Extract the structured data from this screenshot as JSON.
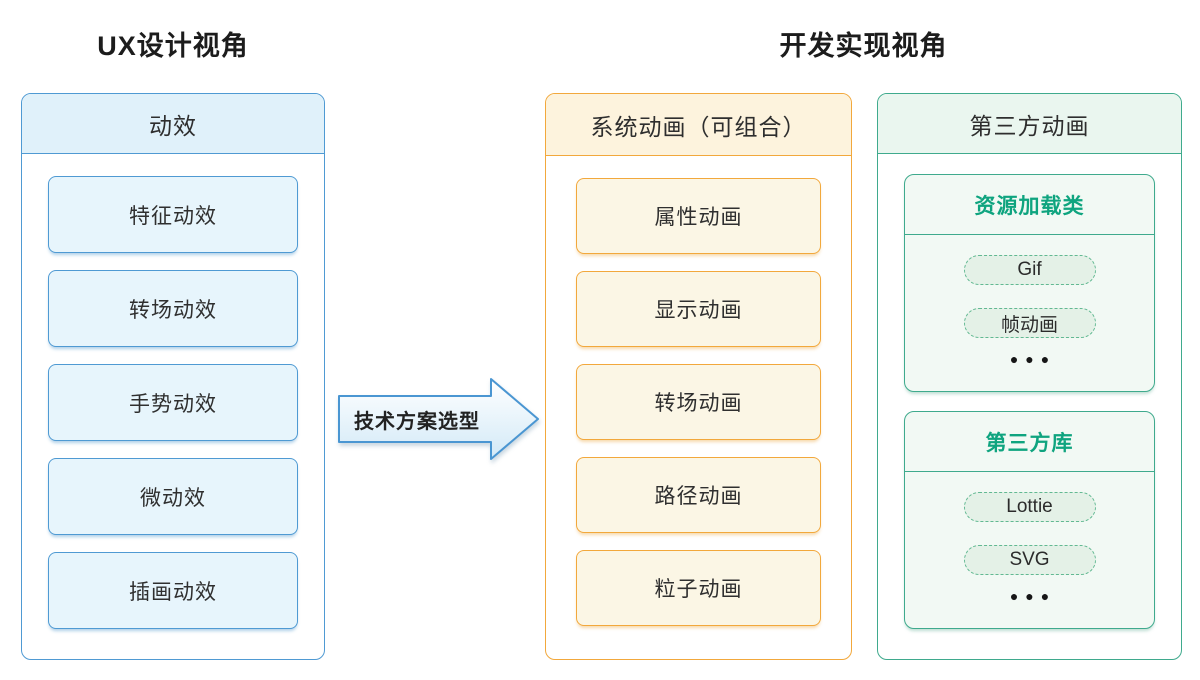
{
  "titles": {
    "ux_perspective": "UX设计视角",
    "dev_perspective": "开发实现视角"
  },
  "arrow": {
    "label": "技术方案选型"
  },
  "ux_column": {
    "header": "动效",
    "items": [
      "特征动效",
      "转场动效",
      "手势动效",
      "微动效",
      "插画动效"
    ]
  },
  "system_column": {
    "header": "系统动画（可组合）",
    "items": [
      "属性动画",
      "显示动画",
      "转场动画",
      "路径动画",
      "粒子动画"
    ]
  },
  "third_party_column": {
    "header": "第三方动画",
    "groups": [
      {
        "title": "资源加载类",
        "pills": [
          "Gif",
          "帧动画"
        ],
        "more": "●●●"
      },
      {
        "title": "第三方库",
        "pills": [
          "Lottie",
          "SVG"
        ],
        "more": "●●●"
      }
    ]
  },
  "colors": {
    "blue_border": "#4f9ad3",
    "blue_fill": "#e7f5fc",
    "orange_border": "#f2a83c",
    "orange_fill": "#fbf6e5",
    "teal_border": "#3faa8d",
    "teal_fill": "#f2f9f4",
    "green_text": "#0fa47f"
  }
}
